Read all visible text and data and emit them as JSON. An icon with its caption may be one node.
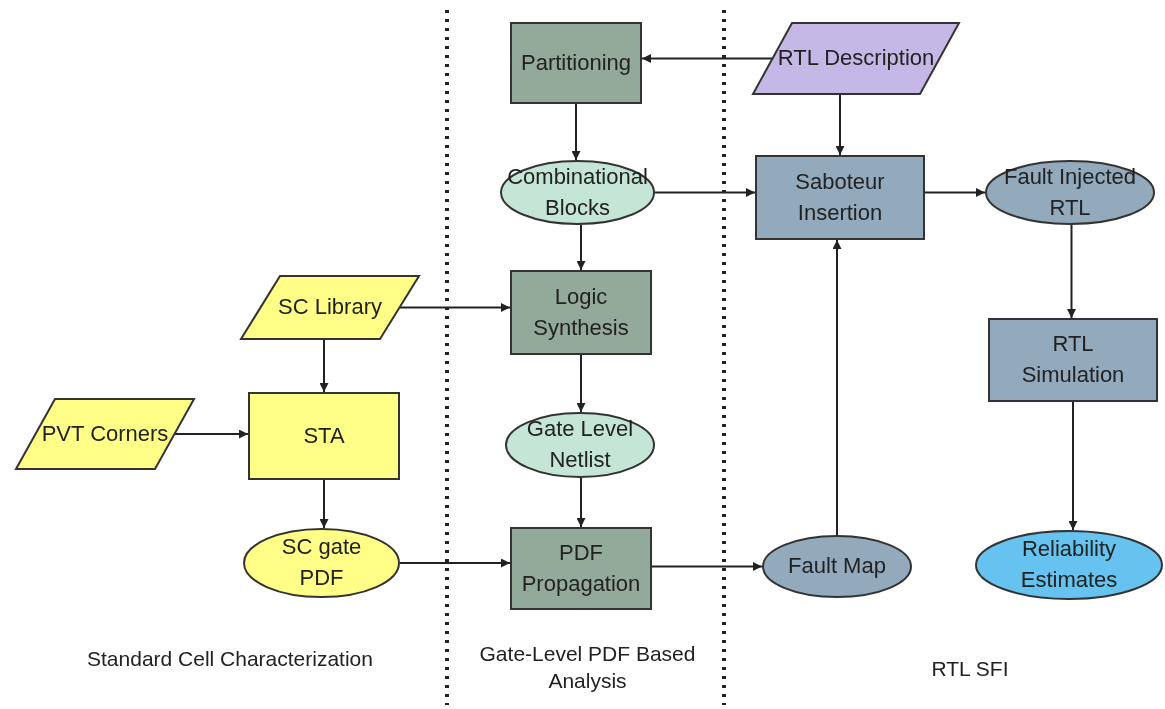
{
  "diagram": {
    "nodes": [
      {
        "text": [
          "Partitioning"
        ]
      },
      {
        "text": [
          "RTL Description"
        ]
      },
      {
        "text": [
          "Combinational Blocks"
        ]
      },
      {
        "text": [
          "Saboteur Insertion"
        ]
      },
      {
        "text": [
          "Fault Injected RTL"
        ]
      },
      {
        "text": [
          "SC Library"
        ]
      },
      {
        "text": [
          "Logic Synthesis"
        ]
      },
      {
        "text": [
          "RTL Simulation"
        ]
      },
      {
        "text": [
          "PVT Corners"
        ]
      },
      {
        "text": [
          "STA"
        ]
      },
      {
        "text": [
          "Gate Level Netlist"
        ]
      },
      {
        "text": [
          "SC gate PDF"
        ]
      },
      {
        "text": [
          "PDF Propagation"
        ]
      },
      {
        "text": [
          "Fault Map"
        ]
      },
      {
        "text": [
          "Reliability Estimates"
        ]
      }
    ],
    "edges": [
      {
        "from": 1,
        "to": 0,
        "arrow": "to"
      },
      {
        "from": 0,
        "to": 2,
        "arrow": "to"
      },
      {
        "from": 2,
        "to": 3,
        "arrow": "to"
      },
      {
        "from": 1,
        "to": 3,
        "arrow": "to"
      },
      {
        "from": 3,
        "to": 4,
        "arrow": "to"
      },
      {
        "from": 2,
        "to": 6,
        "arrow": "to"
      },
      {
        "from": 5,
        "to": 6,
        "arrow": "to"
      },
      {
        "from": 5,
        "to": 9,
        "arrow": "to"
      },
      {
        "from": 8,
        "to": 9,
        "arrow": "to"
      },
      {
        "from": 9,
        "to": 11,
        "arrow": "to"
      },
      {
        "from": 6,
        "to": 10,
        "arrow": "to"
      },
      {
        "from": 10,
        "to": 12,
        "arrow": "to"
      },
      {
        "from": 11,
        "to": 12,
        "arrow": "to"
      },
      {
        "from": 12,
        "to": 13,
        "arrow": "to"
      },
      {
        "from": 13,
        "to": 3,
        "arrow": "to"
      },
      {
        "from": 4,
        "to": 7,
        "arrow": "to"
      },
      {
        "from": 7,
        "to": 14,
        "arrow": "to"
      }
    ],
    "labels": [
      "Standard Cell Characterization",
      "Gate-Level PDF Based Analysis",
      "RTL SFI"
    ]
  }
}
